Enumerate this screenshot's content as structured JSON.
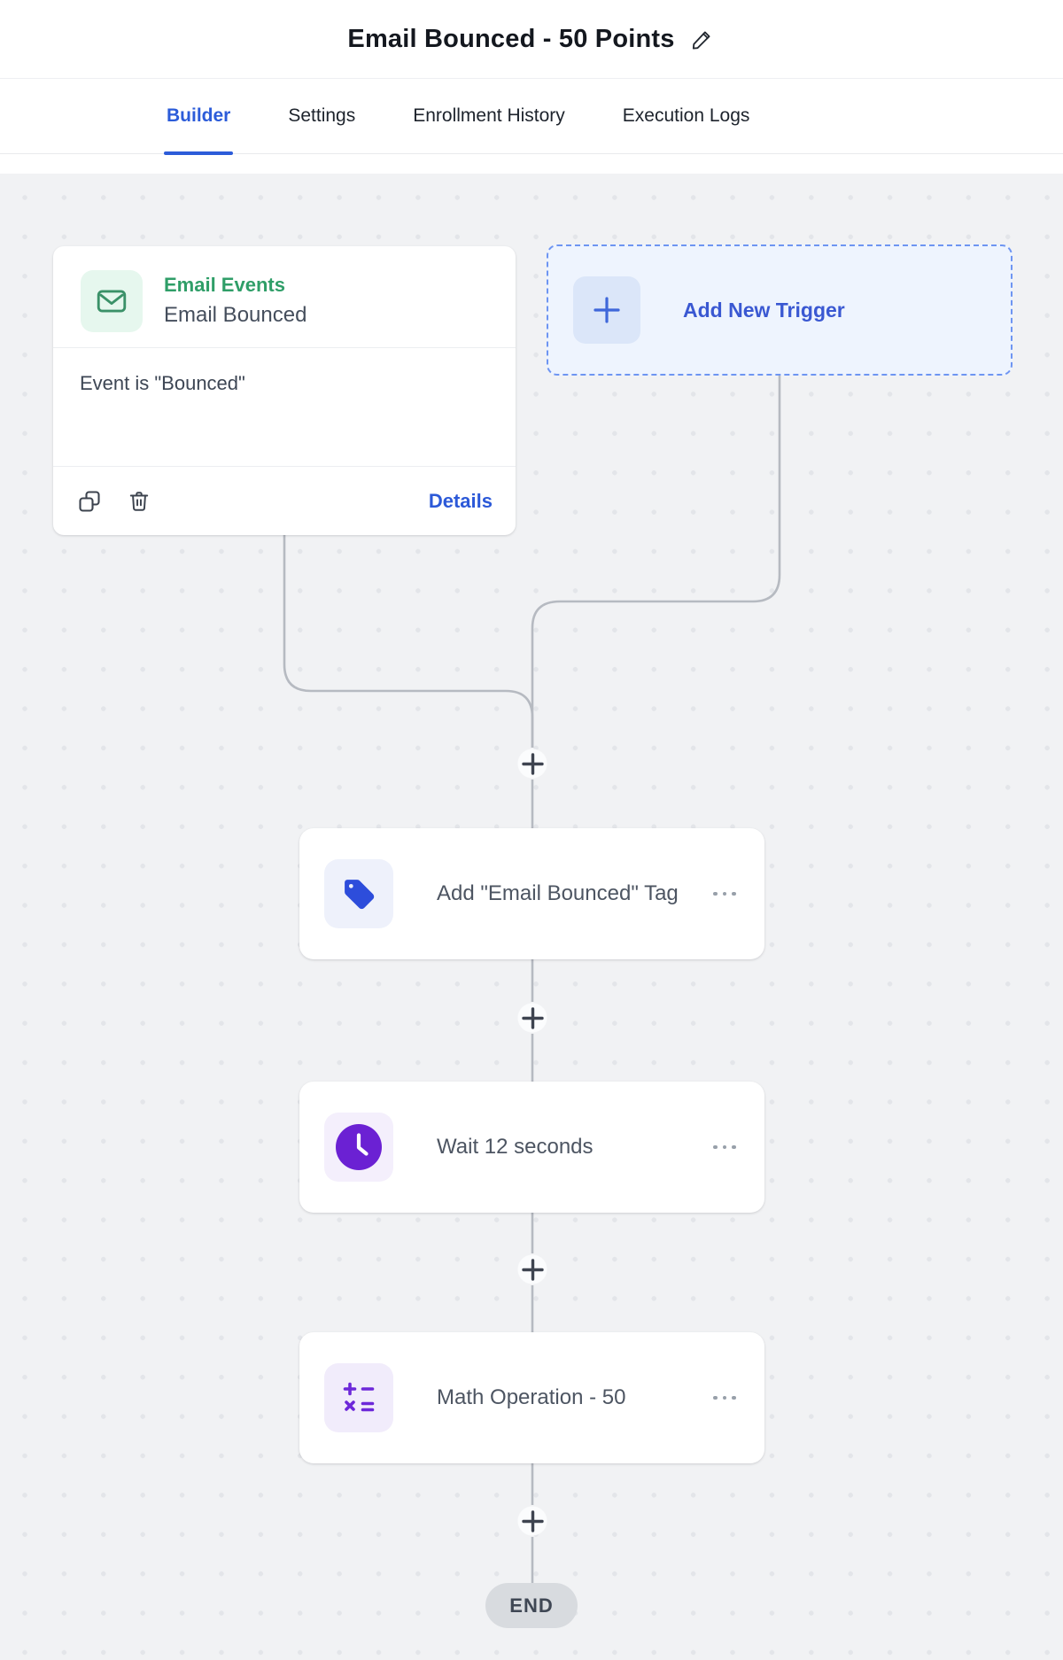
{
  "header": {
    "title": "Email Bounced - 50 Points"
  },
  "tabs": {
    "items": [
      {
        "label": "Builder",
        "active": true
      },
      {
        "label": "Settings",
        "active": false
      },
      {
        "label": "Enrollment History",
        "active": false
      },
      {
        "label": "Execution Logs",
        "active": false
      }
    ]
  },
  "workflow": {
    "trigger": {
      "category": "Email Events",
      "title": "Email Bounced",
      "condition": "Event is \"Bounced\"",
      "details_label": "Details"
    },
    "add_trigger": {
      "label": "Add New Trigger"
    },
    "steps": [
      {
        "label": "Add \"Email Bounced\" Tag",
        "icon": "tag-icon"
      },
      {
        "label": "Wait 12 seconds",
        "icon": "clock-icon"
      },
      {
        "label": "Math Operation - 50",
        "icon": "math-icon"
      }
    ],
    "end_label": "END"
  },
  "colors": {
    "accent_blue": "#2c5cd9",
    "link_blue": "#2c59d8",
    "trigger_green": "#2f9e68",
    "tag_blue": "#2d4ddb",
    "step_purple": "#6d28d9",
    "canvas_bg": "#f1f2f4"
  }
}
